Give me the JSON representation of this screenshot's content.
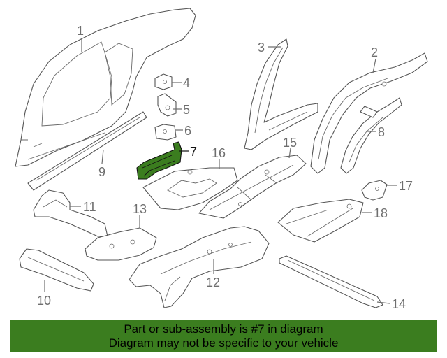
{
  "callouts": [
    "1",
    "2",
    "3",
    "4",
    "5",
    "6",
    "7",
    "8",
    "9",
    "10",
    "11",
    "12",
    "13",
    "14",
    "15",
    "16",
    "17",
    "18"
  ],
  "highlighted_part": "7",
  "colors": {
    "highlight": "#3b7d1f",
    "banner": "#3b7d1f",
    "line": "#6e6e6e"
  },
  "banner": {
    "line1": "Part or sub-assembly is #7 in diagram",
    "line2": "Diagram may not be specific to your vehicle"
  }
}
